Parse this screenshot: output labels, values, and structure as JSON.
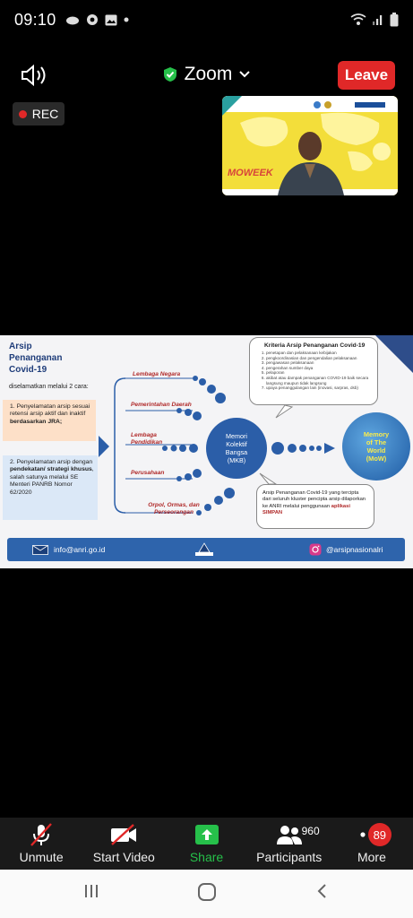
{
  "status": {
    "time": "09:10"
  },
  "header": {
    "title": "Zoom",
    "leave_label": "Leave",
    "rec_label": "REC"
  },
  "video_thumb": {
    "banner": "MOWEEK"
  },
  "slide": {
    "title_line1": "Arsip",
    "title_line2": "Penanganan",
    "title_line3": "Covid-19",
    "subtitle": "diselamatkan melalui 2 cara:",
    "box1_num": "1.",
    "box1_text": "Penyelamatan arsip sesuai retensi arsip aktif dan inaktif",
    "box1_bold": "berdasarkan JRA;",
    "box2_num": "2.",
    "box2_text": "Penyelamatan arsip dengan",
    "box2_bold": "pendekatan/ strategi khusus",
    "box2_rest": ", salah satunya melalui SE Menteri PANRB Nomor 62/2020",
    "categories": [
      "Lembaga Negara",
      "Pemerintahan Daerah",
      "Lembaga Pendidikan",
      "Perusahaan",
      "Orpol, Ormas, dan Perseorangan"
    ],
    "center_line1": "Memori",
    "center_line2": "Kolektif",
    "center_line3": "Bangsa",
    "center_line4": "(MKB)",
    "mow_line1": "Memory",
    "mow_line2": "of The",
    "mow_line3": "World",
    "mow_line4": "(MoW)",
    "criteria_title": "Kriteria Arsip Penanganan Covid-19",
    "criteria_items": [
      "penetapan dan pelaksanaan kebijakan",
      "pengkoordinasian dan pengendalian pelaksanaan",
      "pengawasan pelaksanaan",
      "pengerahan sumber daya",
      "pelaporan",
      "akibat atau dampak penanganan COVID-19 baik secara langsung maupun tidak langsung",
      "upaya penanggulangan lain (inovasi, sarpras, dsb)"
    ],
    "bottom_bubble_text": "Arsip Penanganan Covid-19 yang tercipta dari seluruh kluster pencipta arsip dilaporkan ke ANRI melalui penggunaan",
    "bottom_bubble_bold": "aplikasi SIMPAN",
    "email": "info@anri.go.id",
    "instagram": "@arsipnasionalri"
  },
  "toolbar": {
    "unmute": "Unmute",
    "start_video": "Start Video",
    "share": "Share",
    "participants": "Participants",
    "participants_count": "960",
    "more": "More",
    "more_badge": "89"
  },
  "colors": {
    "leave": "#e02828",
    "share_green": "#26c04a",
    "slide_blue": "#2b5ea8"
  }
}
